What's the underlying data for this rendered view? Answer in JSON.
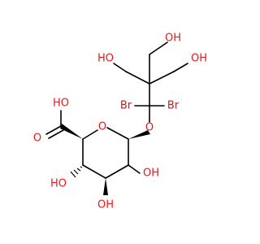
{
  "labels": {
    "oh_top": "OH",
    "ho_left": "HO",
    "oh_right": "OH",
    "br_left": "Br",
    "br_right": "Br",
    "ho_acid": "HO",
    "o_carbonyl": "O",
    "o_ring": "O",
    "o_glycosidic": "O",
    "ho_c4": "HO",
    "oh_c2": "OH",
    "oh_c3": "OH"
  },
  "colors": {
    "bond": "#000000",
    "oxygen": "#e8181a",
    "bromine": "#a52a2a",
    "background": "#ffffff"
  }
}
